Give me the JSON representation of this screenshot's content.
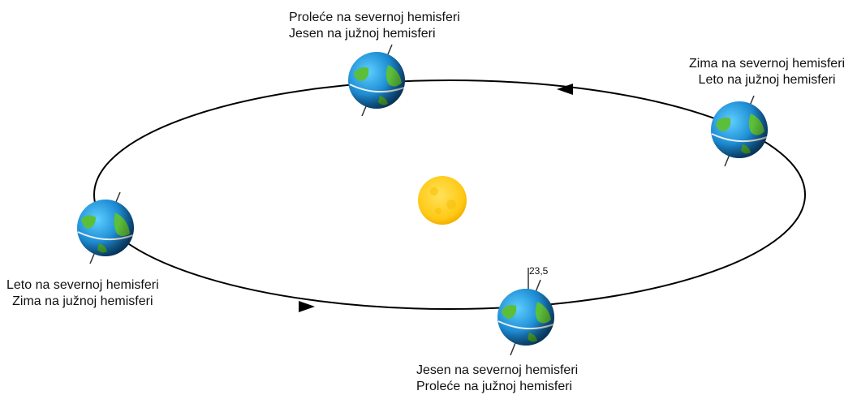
{
  "positions": {
    "top": {
      "line1": "Proleće na severnoj hemisferi",
      "line2": "Jesen na južnoj hemisferi"
    },
    "right": {
      "line1": "Zima na severnoj hemisferi",
      "line2": "Leto na južnoj hemisferi"
    },
    "left": {
      "line1": "Leto na severnoj hemisferi",
      "line2": "Zima na južnoj hemisferi"
    },
    "bottom": {
      "line1": "Jesen na severnoj hemisferi",
      "line2": "Proleće na južnoj hemisferi"
    }
  },
  "tilt_label": "23,5",
  "colors": {
    "orbit": "#000000",
    "ocean": "#1f8fd6",
    "land": "#5cbf3a",
    "sun": "#ffcc11",
    "equator": "#e8eef0"
  }
}
